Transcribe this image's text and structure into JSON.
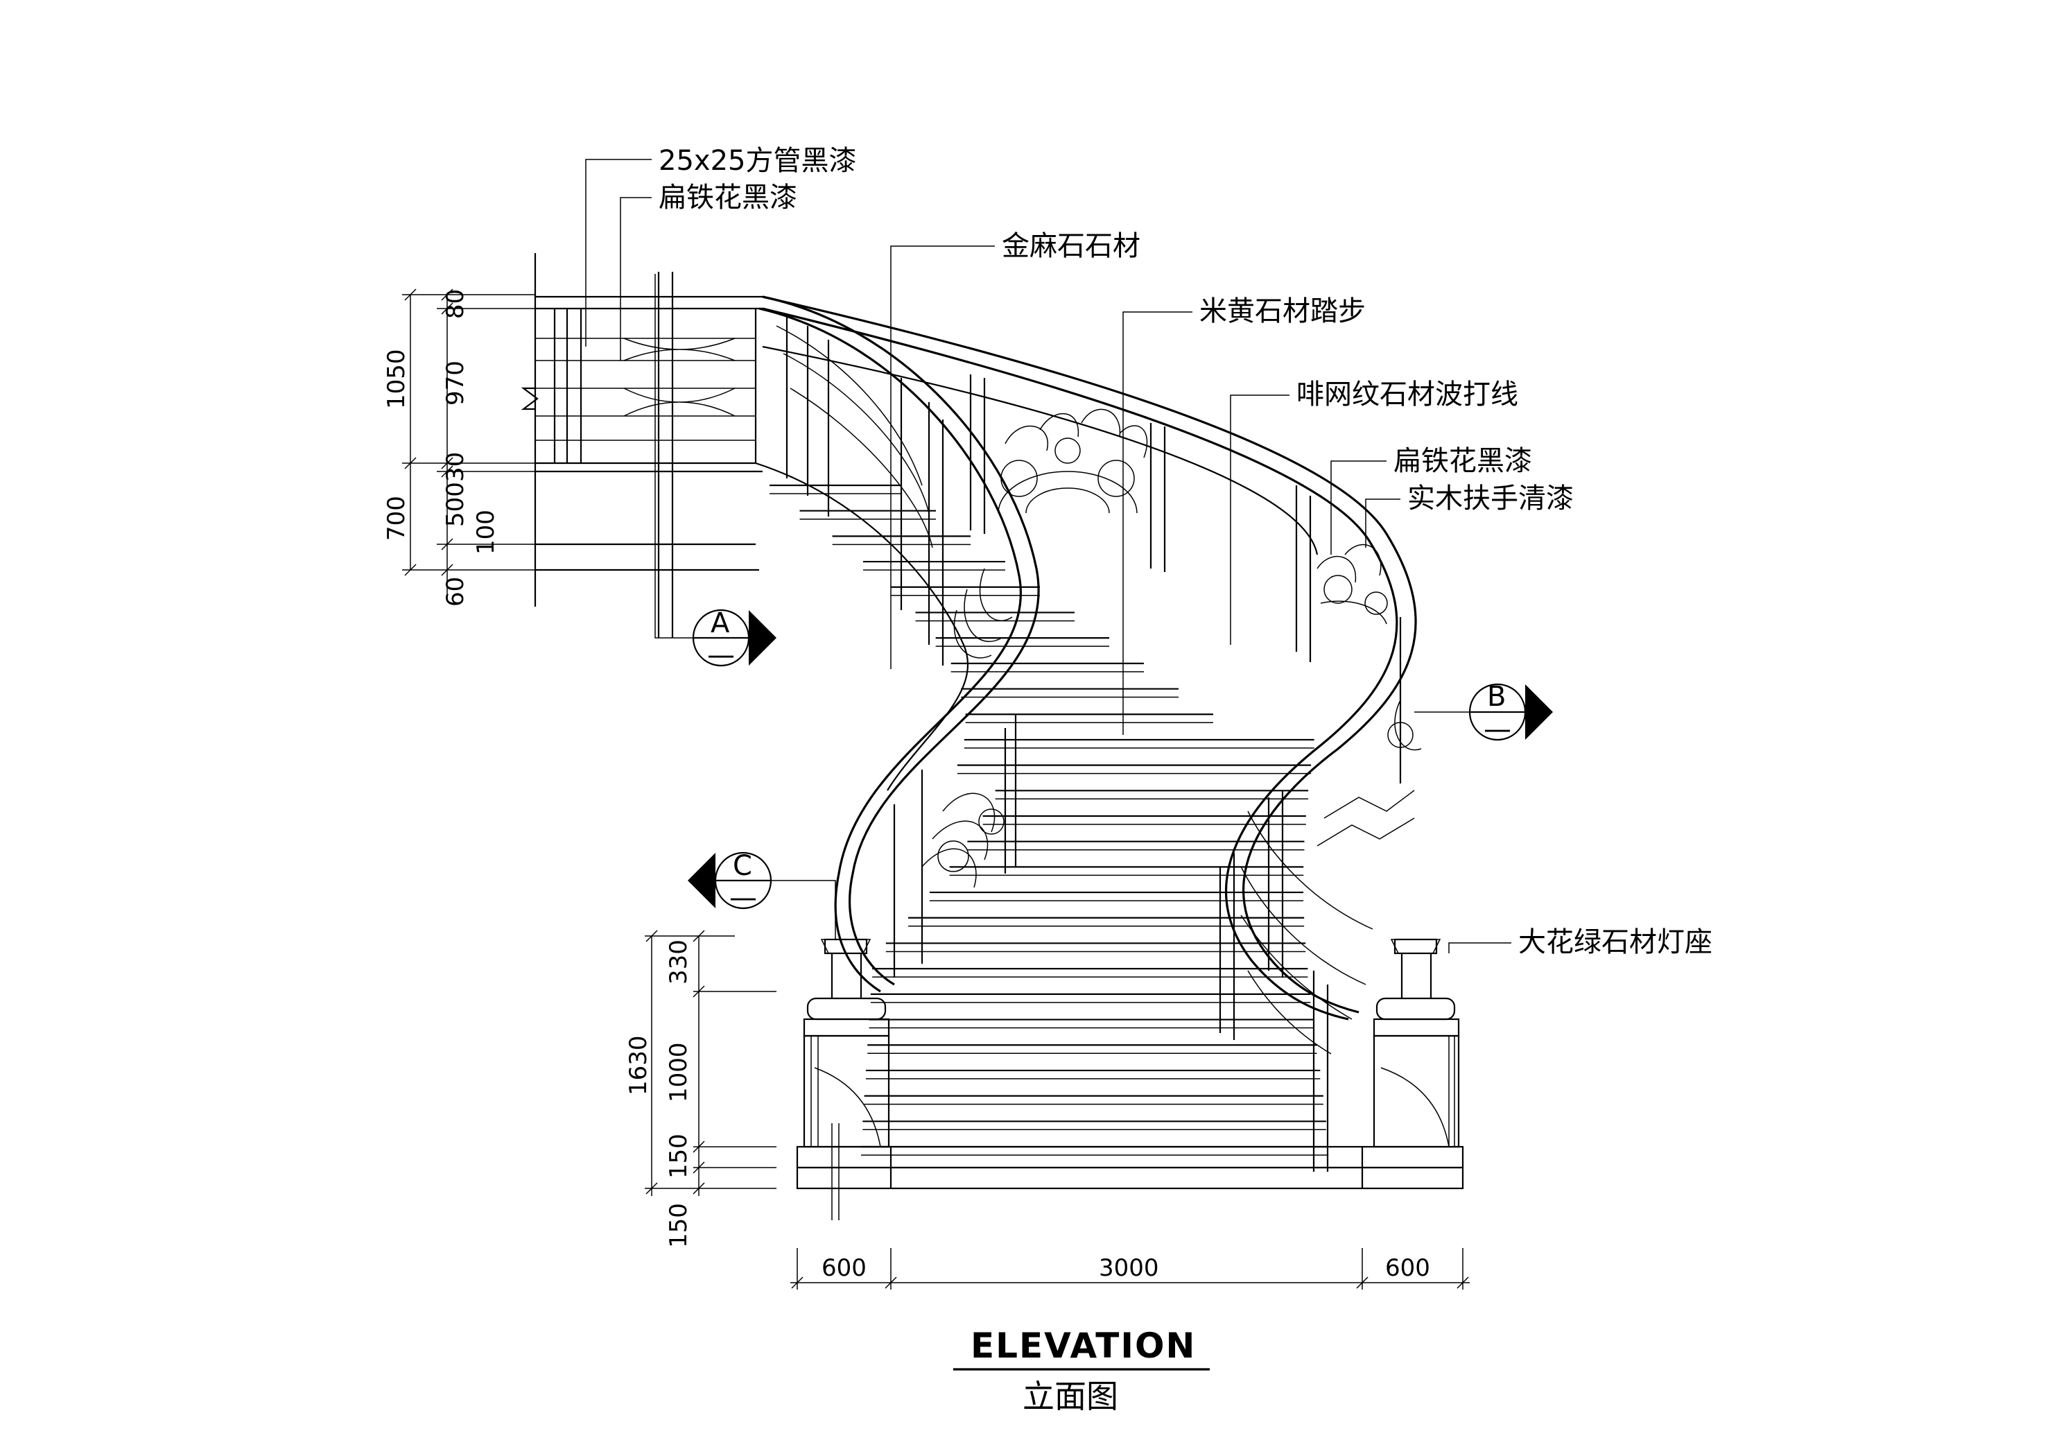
{
  "title": {
    "en": "ELEVATION",
    "cn": "立面图"
  },
  "callouts": [
    "25x25方管黑漆",
    "扁铁花黑漆",
    "金麻石石材",
    "米黄石材踏步",
    "啡网纹石材波打线",
    "扁铁花黑漆",
    "实木扶手清漆",
    "大花绿石材灯座"
  ],
  "dimensions": {
    "upper_outer": [
      "1050",
      "700"
    ],
    "upper_inner": [
      "80",
      "970",
      "30",
      "500",
      "100",
      "60"
    ],
    "lower_outer": [
      "1630"
    ],
    "lower_inner": [
      "330",
      "1000",
      "150",
      "150"
    ],
    "bottom": [
      "600",
      "3000",
      "600"
    ]
  },
  "section_markers": [
    {
      "letter": "A",
      "sub": "—"
    },
    {
      "letter": "B",
      "sub": "—"
    },
    {
      "letter": "C",
      "sub": "—"
    }
  ]
}
